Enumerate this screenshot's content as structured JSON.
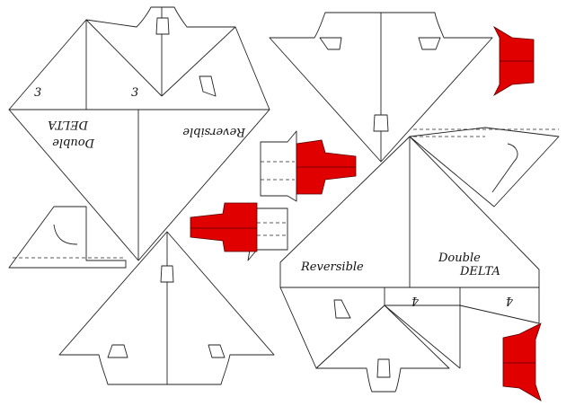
{
  "sheet": {
    "colors": {
      "fill": "#ffffff",
      "line": "#222222",
      "part": "#e00000"
    },
    "labels": {
      "reversible": "Reversible",
      "double": "Double",
      "delta": "DELTA",
      "num_3": "3",
      "num_4": "4"
    }
  }
}
